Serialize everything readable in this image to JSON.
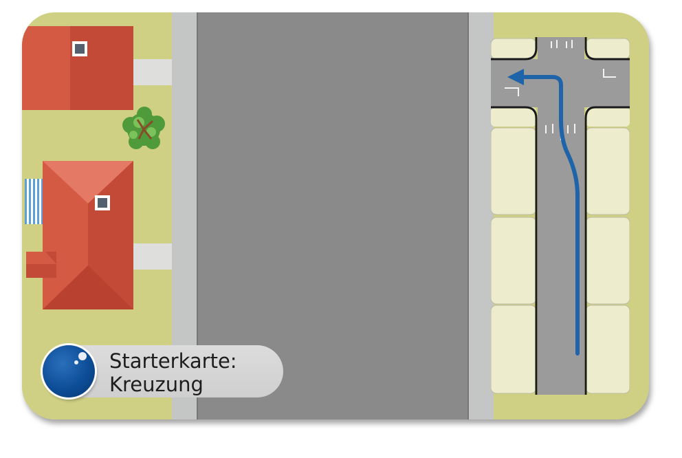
{
  "card": {
    "title_line1": "Starterkarte:",
    "title_line2": "Kreuzung"
  },
  "colors": {
    "grass": "#cfd083",
    "road": "#8a8a8a",
    "sidewalk": "#c4c6c6",
    "roof": "#d45a44",
    "route_arrow": "#1f63a8",
    "parking": "#ededce",
    "orb": "#0d4d98"
  },
  "icons": {
    "route": "left-turn-arrow",
    "marker": "blue-orb",
    "lane_marking": "straight-and-turn-arrows"
  }
}
